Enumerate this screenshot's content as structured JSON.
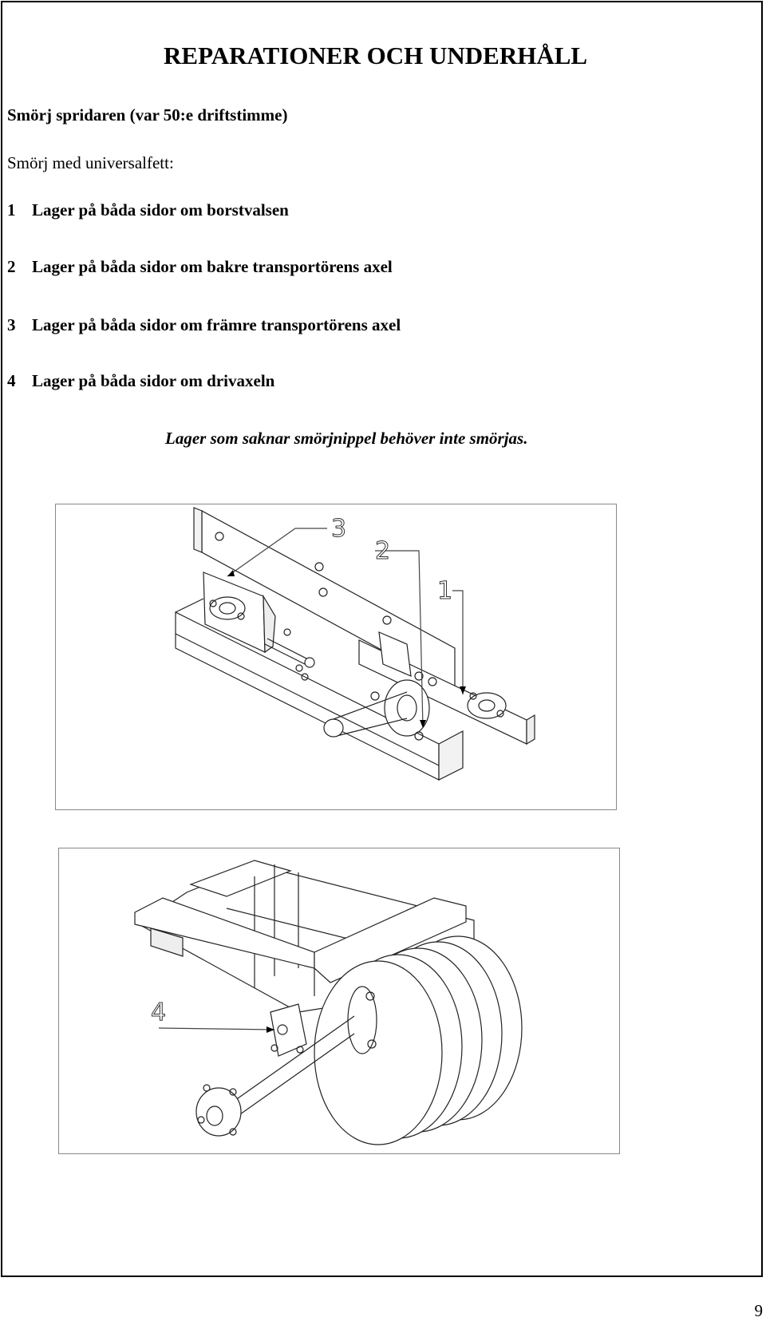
{
  "page": {
    "title": "REPARATIONER OCH UNDERHÅLL",
    "section_heading": "Smörj spridaren (var 50:e driftstimme)",
    "lubricant_line": "Smörj med universalfett:",
    "items": [
      {
        "num": "1",
        "text": "Lager på båda sidor om borstvalsen"
      },
      {
        "num": "2",
        "text": "Lager på båda sidor om bakre transportörens axel"
      },
      {
        "num": "3",
        "text": "Lager på båda sidor om främre transportörens axel"
      },
      {
        "num": "4",
        "text": "Lager på båda sidor om drivaxeln"
      }
    ],
    "note": "Lager som saknar smörjnippel behöver inte smörjas.",
    "page_number": "9"
  },
  "figures": {
    "top": {
      "callouts": [
        "3",
        "2",
        "1"
      ]
    },
    "bottom": {
      "callouts": [
        "4"
      ]
    }
  }
}
